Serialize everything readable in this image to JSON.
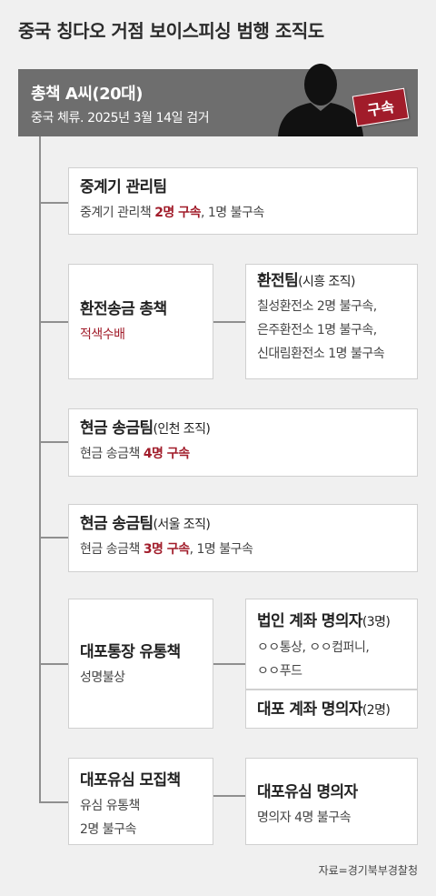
{
  "title": "중국 칭다오 거점 보이스피싱 범행 조직도",
  "header": {
    "name": "총책 A씨(20대)",
    "desc": "중국 체류. 2025년 3월 14일 검거",
    "badge": "구속"
  },
  "colors": {
    "header_bg": "#6e6e6e",
    "accent_red": "#a11c2a",
    "line": "#8f8f8f",
    "box_bg": "#ffffff",
    "page_bg": "#f0f0f0"
  },
  "icons": {
    "person": "person-silhouette-icon"
  },
  "boxes": {
    "relay": {
      "title": "중계기 관리팀",
      "prefix": "중계기 관리책 ",
      "red": "2명 구속",
      "suffix": ", 1명 불구속"
    },
    "exchange": {
      "title": "환전송금 총책",
      "red": "적색수배"
    },
    "exchange_team": {
      "title": "환전팀",
      "sub": "(시흥 조직)",
      "line1": "칠성환전소 2명 불구속,",
      "line2": "은주환전소 1명 불구속,",
      "line3": "신대림환전소 1명 불구속"
    },
    "cash_incheon": {
      "title": "현금 송금팀",
      "sub": "(인천 조직)",
      "prefix": "현금 송금책 ",
      "red": "4명 구속"
    },
    "cash_seoul": {
      "title": "현금 송금팀",
      "sub": "(서울 조직)",
      "prefix": "현금 송금책 ",
      "red": "3명 구속",
      "suffix": ", 1명 불구속"
    },
    "passbook": {
      "title": "대포통장 유통책",
      "line1": "성명불상"
    },
    "corp": {
      "title": "법인 계좌 명의자",
      "sub": "(3명)",
      "line1": "ㅇㅇ통상, ㅇㅇ컴퍼니,",
      "line2": "ㅇㅇ푸드"
    },
    "daepo_acct": {
      "title": "대포 계좌 명의자",
      "sub": "(2명)"
    },
    "usim": {
      "title": "대포유심 모집책",
      "line1": "유심 유통책",
      "line2": "2명 불구속"
    },
    "usim_holder": {
      "title": "대포유심 명의자",
      "line1": "명의자 4명 불구속"
    }
  },
  "source": "자료=경기북부경찰청"
}
